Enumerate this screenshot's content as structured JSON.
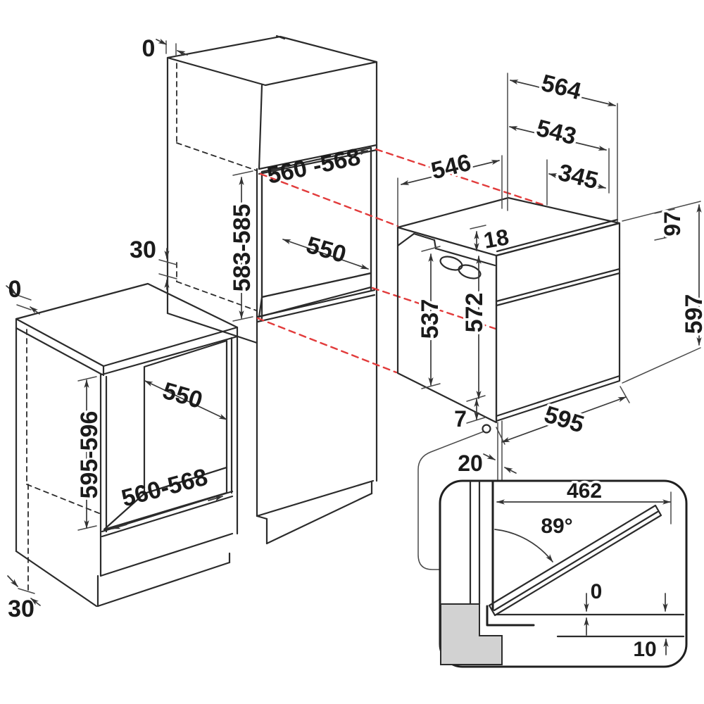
{
  "units": "mm",
  "colors": {
    "line": "#2b2b2b",
    "red": "#e23b3b",
    "panel_dark": "#a9a9a9",
    "panel_light": "#d9d9d9",
    "inset_gray": "#d2d2d2"
  },
  "tall_cabinet": {
    "gap_top": "0",
    "gap_side": "30",
    "niche_width": "560 -568",
    "niche_height": "583-585",
    "niche_depth": "550"
  },
  "base_cabinet": {
    "gap_top": "0",
    "gap_bottom": "30",
    "niche_depth": "550",
    "niche_height": "595-596",
    "niche_width": "560-568"
  },
  "oven": {
    "depth_overall": "564",
    "depth_body": "543",
    "depth_front_section": "345",
    "depth_side": "546",
    "top_inset": "18",
    "panel_top_height": "97",
    "body_height": "537",
    "front_height": "572",
    "overall_height": "597",
    "width": "595",
    "bottom_gap": "7",
    "front_protrusion": "20"
  },
  "door_detail": {
    "door_length": "462",
    "opening_angle": "89°",
    "flush_gap": "0",
    "floor_clearance": "10"
  }
}
